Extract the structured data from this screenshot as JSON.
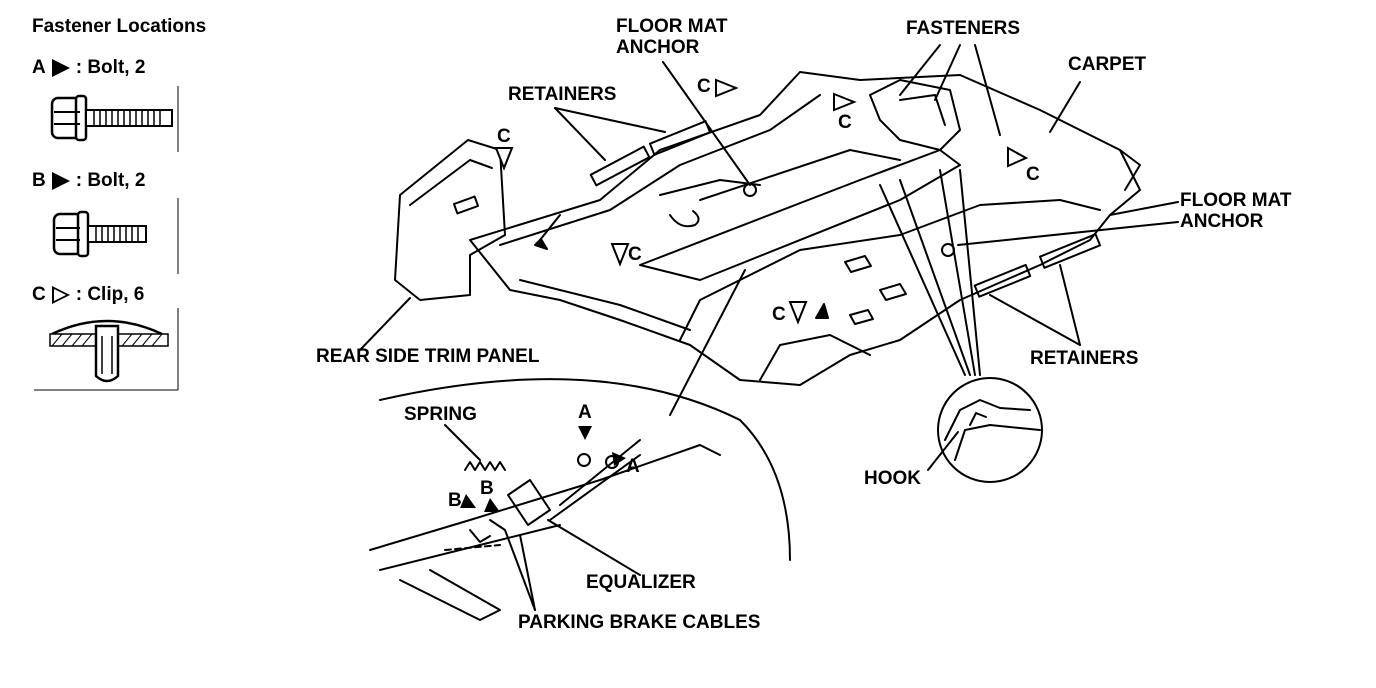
{
  "legend": {
    "title": "Fastener Locations",
    "items": [
      {
        "letter": "A",
        "marker": "filled-triangle",
        "text": ": Bolt, 2"
      },
      {
        "letter": "B",
        "marker": "filled-triangle",
        "text": ": Bolt, 2"
      },
      {
        "letter": "C",
        "marker": "open-triangle",
        "text": ": Clip, 6"
      }
    ]
  },
  "callouts": {
    "floor_mat_anchor_top": "FLOOR MAT\nANCHOR",
    "fasteners": "FASTENERS",
    "carpet": "CARPET",
    "retainers_left": "RETAINERS",
    "floor_mat_anchor_right": "FLOOR MAT\nANCHOR",
    "retainers_right": "RETAINERS",
    "rear_side_trim_panel": "REAR SIDE TRIM PANEL",
    "hook": "HOOK",
    "spring": "SPRING",
    "equalizer": "EQUALIZER",
    "parking_brake_cables": "PARKING BRAKE CABLES"
  },
  "markers": {
    "c": "C",
    "a": "A",
    "b": "B"
  }
}
